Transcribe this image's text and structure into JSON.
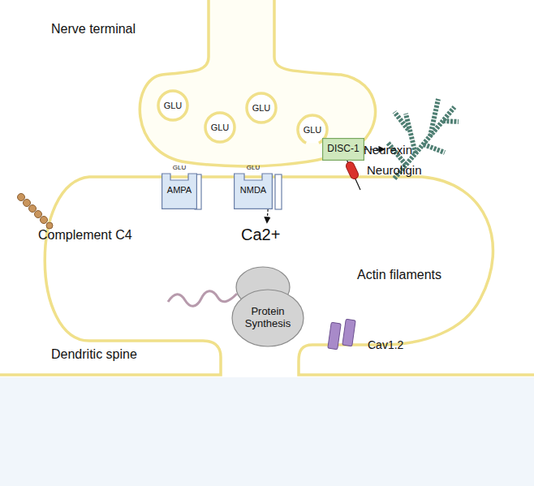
{
  "diagram": {
    "nodes": [
      {
        "text": [
          "GLU"
        ]
      },
      {
        "text": [
          "GLU"
        ]
      },
      {
        "text": [
          "GLU"
        ]
      },
      {
        "text": [
          "GLU"
        ]
      },
      {
        "text": [
          "GLU",
          "AMPA"
        ]
      },
      {
        "text": [
          "GLU",
          "NMDA"
        ]
      },
      {
        "text": [
          "DISC-1"
        ]
      },
      {
        "text": [
          "Actin filaments"
        ]
      },
      {
        "text": [
          "Protein Synthesis"
        ]
      }
    ],
    "edges": [
      {
        "from": 6,
        "to": 7,
        "arrow": "to"
      }
    ],
    "labels": [
      "Nerve terminal",
      "Neurexin",
      "Neuroligin",
      "Complement C4",
      "Ca2+",
      "Dendritic spine",
      "Cav1.2"
    ]
  }
}
